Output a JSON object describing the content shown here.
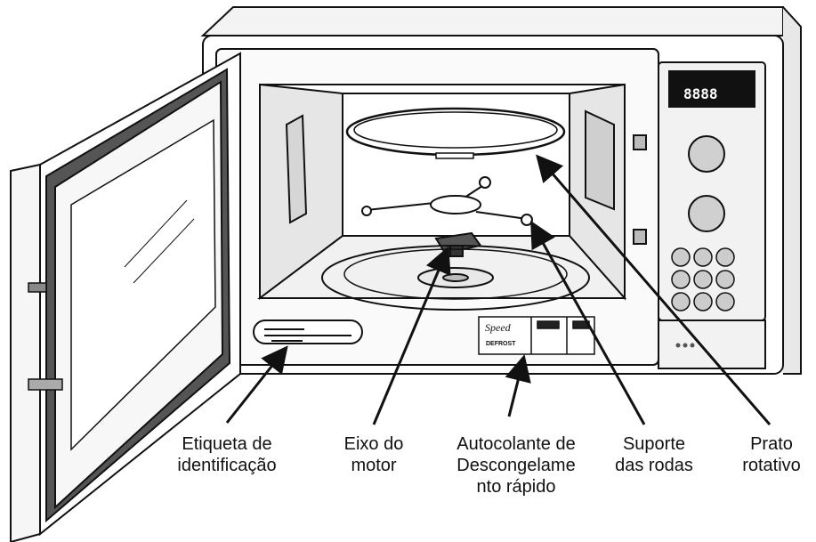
{
  "labels": {
    "id_label": [
      "Etiqueta de",
      "identificação"
    ],
    "motor_shaft": [
      "Eixo do",
      "motor"
    ],
    "defrost_sticker": [
      "Autocolante de",
      "Descongelame",
      "nto rápido"
    ],
    "roller_support": [
      "Suporte",
      "das rodas"
    ],
    "turntable": [
      "Prato",
      "rotativo"
    ]
  },
  "control_panel": {
    "display": "8888",
    "sticker_brand": "Speed",
    "sticker_word": "DEFROST"
  }
}
